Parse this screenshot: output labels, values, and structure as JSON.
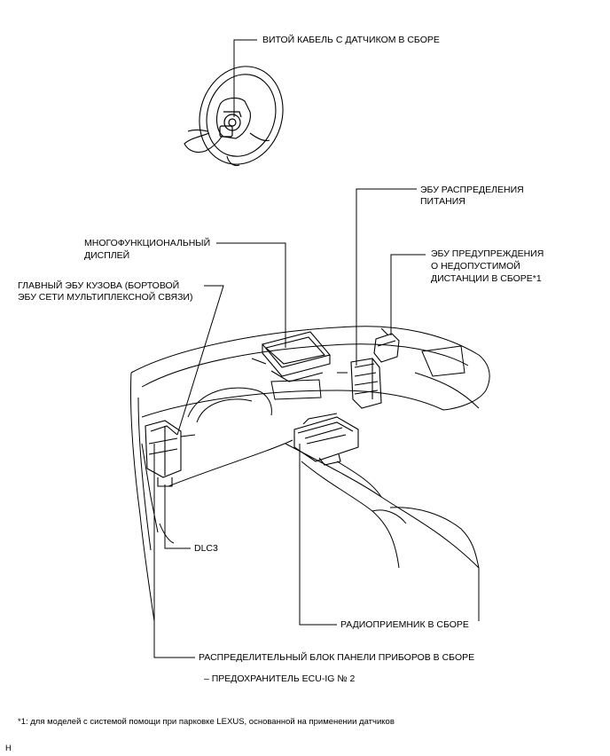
{
  "labels": {
    "spiral_cable": "ВИТОЙ КАБЕЛЬ С ДАТЧИКОМ В СБОРЕ",
    "power_dist_line1": "ЭБУ РАСПРЕДЕЛЕНИЯ",
    "power_dist_line2": "ПИТАНИЯ",
    "multi_display_line1": "МНОГОФУНКЦИОНАЛЬНЫЙ",
    "multi_display_line2": "ДИСПЛЕЙ",
    "clearance_warning_line1": "ЭБУ ПРЕДУПРЕЖДЕНИЯ",
    "clearance_warning_line2": "О НЕДОПУСТИМОЙ",
    "clearance_warning_line3": "ДИСТАНЦИИ В СБОРЕ*1",
    "main_body_ecu_line1": "ГЛАВНЫЙ ЭБУ КУЗОВА (БОРТОВОЙ",
    "main_body_ecu_line2": "ЭБУ СЕТИ МУЛЬТИПЛЕКСНОЙ СВЯЗИ)",
    "dlc3": "DLC3",
    "radio": "РАДИОПРИЕМНИК В СБОРЕ",
    "junction_block": "РАСПРЕДЕЛИТЕЛЬНЫЙ БЛОК ПАНЕЛИ ПРИБОРОВ В СБОРЕ",
    "fuse": "– ПРЕДОХРАНИТЕЛЬ ECU-IG № 2"
  },
  "footnote": "*1: для моделей с системой помощи при парковке LEXUS, основанной на применении датчиков",
  "corner_mark": "H"
}
